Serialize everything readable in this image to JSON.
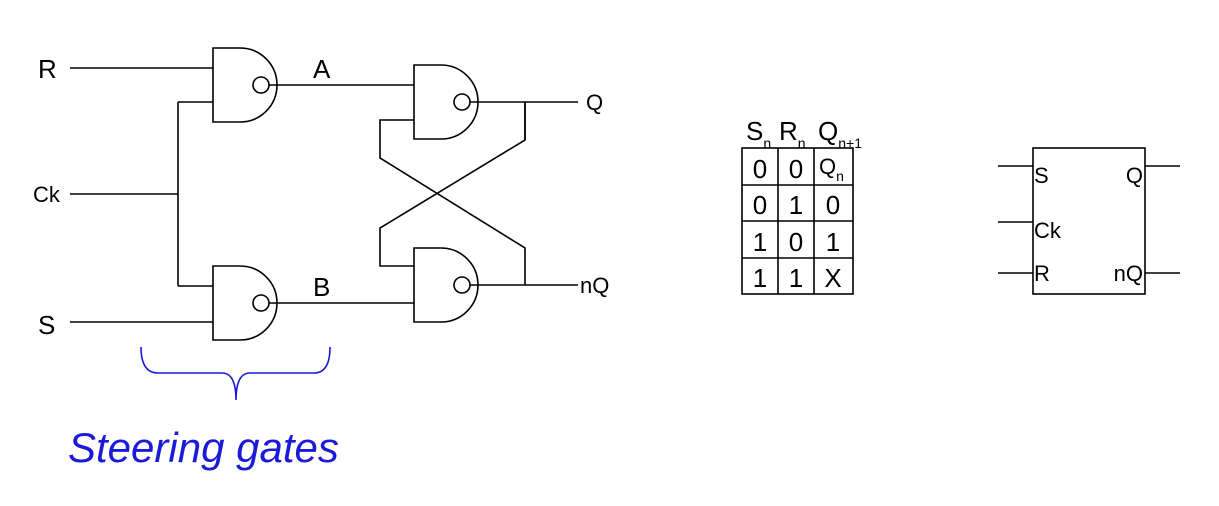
{
  "circuit": {
    "inputs": {
      "r": "R",
      "ck": "Ck",
      "s": "S"
    },
    "nodes": {
      "a": "A",
      "b": "B"
    },
    "outputs": {
      "q": "Q",
      "nq": "nQ"
    },
    "caption": "Steering gates"
  },
  "truth_table": {
    "headers": [
      {
        "main": "S",
        "sub": "n"
      },
      {
        "main": "R",
        "sub": "n"
      },
      {
        "main": "Q",
        "sub": "n+1"
      }
    ],
    "rows": [
      {
        "s": "0",
        "r": "0",
        "q": "Q",
        "q_sub": "n"
      },
      {
        "s": "0",
        "r": "1",
        "q": "0",
        "q_sub": ""
      },
      {
        "s": "1",
        "r": "0",
        "q": "1",
        "q_sub": ""
      },
      {
        "s": "1",
        "r": "1",
        "q": "X",
        "q_sub": ""
      }
    ]
  },
  "symbol": {
    "pins_left": [
      "S",
      "Ck",
      "R"
    ],
    "pins_right": [
      "Q",
      "nQ"
    ]
  },
  "colors": {
    "caption": "#1a1ad8",
    "lines": "#000000"
  }
}
